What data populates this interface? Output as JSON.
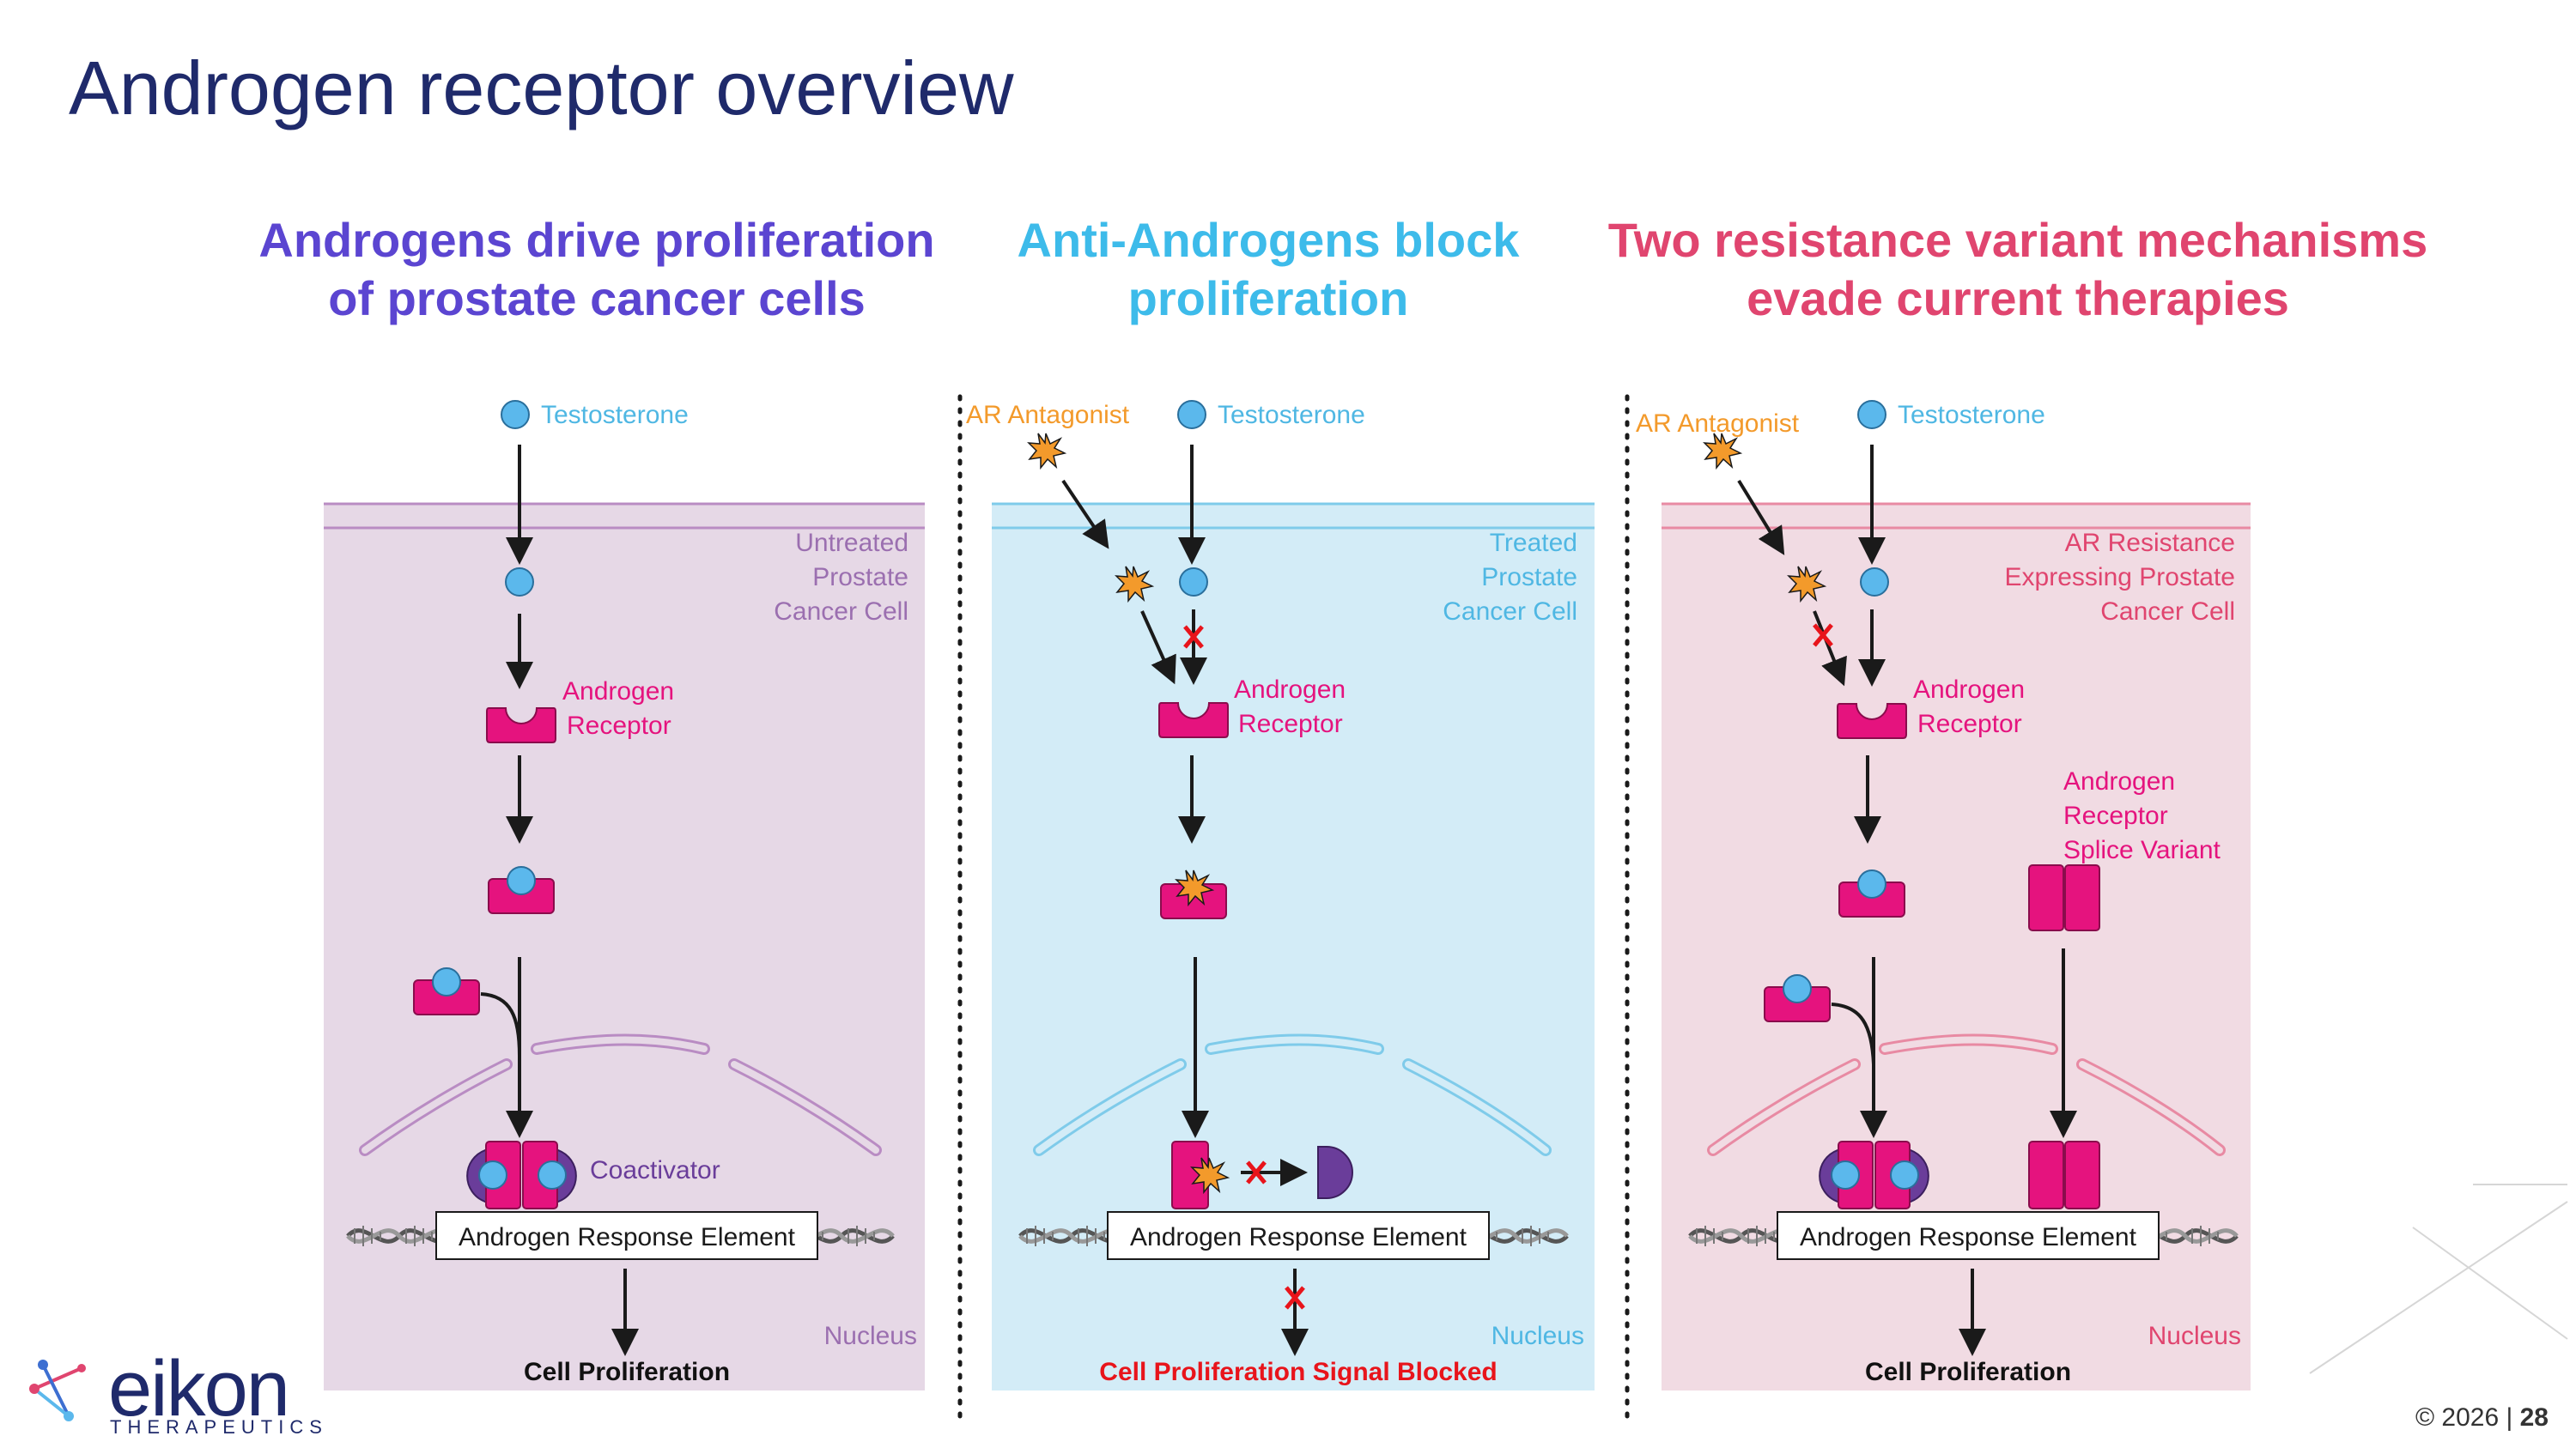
{
  "title": "Androgen receptor overview",
  "panels": [
    {
      "heading_lines": [
        "Androgens drive proliferation",
        "of prostate cancer cells"
      ],
      "cell_label_lines": [
        "Untreated",
        "Prostate",
        "Cancer Cell"
      ],
      "ligand_label": "Testosterone",
      "receptor_label_lines": [
        "Androgen",
        "Receptor"
      ],
      "coactivator_label": "Coactivator",
      "element_label": "Androgen Response Element",
      "nucleus_label": "Nucleus",
      "outcome_label": "Cell Proliferation",
      "colors": {
        "background": "#e6d8e6",
        "border": "#b98cc3",
        "label": "#9b6fb0"
      }
    },
    {
      "heading_lines": [
        "Anti-Androgens block",
        "proliferation"
      ],
      "cell_label_lines": [
        "Treated",
        "Prostate",
        "Cancer Cell"
      ],
      "ligand_label": "Testosterone",
      "antagonist_label": "AR Antagonist",
      "receptor_label_lines": [
        "Androgen",
        "Receptor"
      ],
      "element_label": "Androgen Response Element",
      "nucleus_label": "Nucleus",
      "outcome_label": "Cell Proliferation Signal Blocked",
      "colors": {
        "background": "#d3ecf7",
        "border": "#7fcbea",
        "label": "#4fb7e3"
      }
    },
    {
      "heading_lines": [
        "Two resistance variant mechanisms",
        "evade current therapies"
      ],
      "cell_label_lines": [
        "AR Resistance",
        "Expressing Prostate",
        "Cancer Cell"
      ],
      "ligand_label": "Testosterone",
      "antagonist_label": "AR Antagonist",
      "receptor_label_lines": [
        "Androgen",
        "Receptor"
      ],
      "splice_label_lines": [
        "Androgen",
        "Receptor",
        "Splice Variant"
      ],
      "element_label": "Androgen Response Element",
      "nucleus_label": "Nucleus",
      "outcome_label": "Cell Proliferation",
      "colors": {
        "background": "#f1dbe3",
        "border": "#e88aa3",
        "label": "#e0456f"
      }
    }
  ],
  "colors": {
    "testosterone": "#5bb8ec",
    "receptor": "#e5137e",
    "antagonist": "#f39a2b",
    "coactivator": "#6a3d9a",
    "block_mark": "#e8141b",
    "ligand_label": "#4fb7e3",
    "antagonist_label": "#f39a2b",
    "receptor_label": "#e5137e"
  },
  "footer": {
    "copyright": "© 2026 |",
    "page": "28"
  },
  "logo": {
    "word": "eikon",
    "sub": "THERAPEUTICS"
  }
}
